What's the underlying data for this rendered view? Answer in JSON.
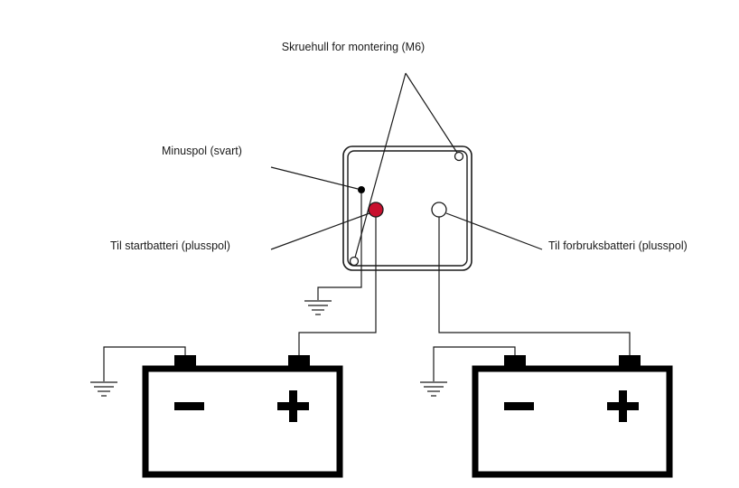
{
  "labels": {
    "screw_holes": "Skruehull for montering (M6)",
    "minus_pole": "Minuspol (svart)",
    "start_battery": "Til startbatteri (plusspol)",
    "consumer_battery": "Til forbruksbatteri (plusspol)"
  },
  "battery_signs": {
    "minus": "−",
    "plus": "+"
  },
  "colors": {
    "line": "#1a1a1a",
    "start_terminal": "#c8102e",
    "minus_terminal": "#000000",
    "consumer_terminal": "#ffffff"
  }
}
